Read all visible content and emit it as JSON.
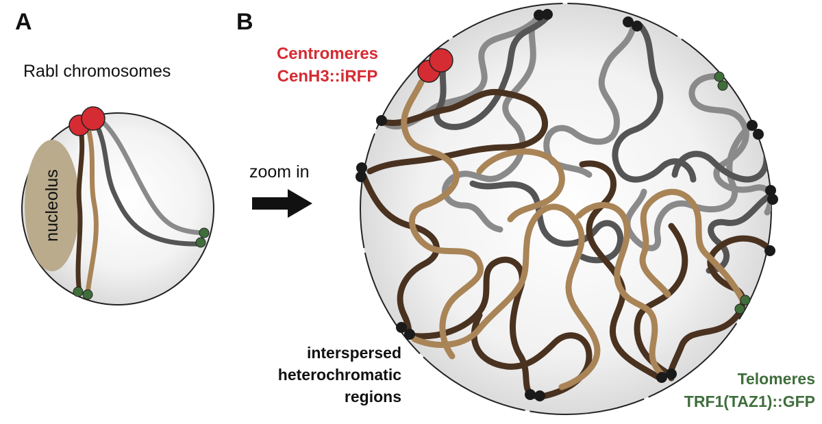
{
  "panel_a": {
    "letter": "A",
    "title": "Rabl chromosomes",
    "nucleolus_label": "nucleolus"
  },
  "panel_b": {
    "letter": "B",
    "centromere_label_line1": "Centromeres",
    "centromere_label_line2": "CenH3::iRFP",
    "heterochromatin_line1": "interspersed",
    "heterochromatin_line2": "heterochromatic",
    "heterochromatin_line3": "regions",
    "telomere_label_line1": "Telomeres",
    "telomere_label_line2": "TRF1(TAZ1)::GFP"
  },
  "arrow": {
    "label": "zoom in"
  },
  "colors": {
    "centromere": "#d52b32",
    "telomere": "#3f6e3b",
    "heterochromatin": "#1a1a1a",
    "chromatin_dark_brown": "#4a3220",
    "chromatin_light_brown": "#a98457",
    "chromatin_dark_gray": "#555555",
    "chromatin_light_gray": "#8a8a8a",
    "nucleolus": "#b9ab8c",
    "nucleus_fill": "#ececec"
  }
}
